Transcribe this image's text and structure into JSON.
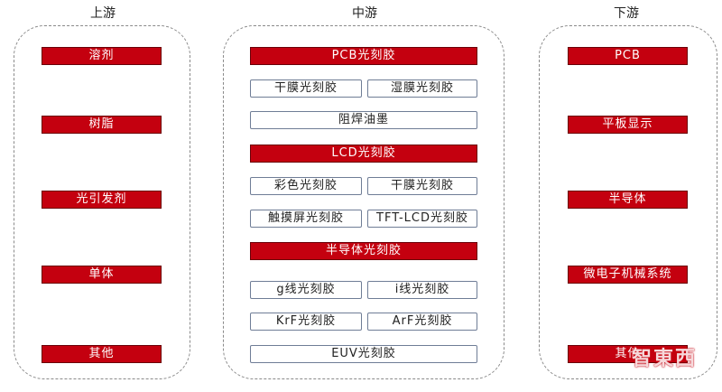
{
  "columns": {
    "upstream": {
      "title": "上游",
      "items": [
        "溶剂",
        "树脂",
        "光引发剂",
        "单体",
        "其他"
      ]
    },
    "midstream": {
      "title": "中游",
      "pcb": {
        "header": "PCB光刻胶",
        "items": [
          "干膜光刻胶",
          "湿膜光刻胶",
          "阻焊油墨"
        ]
      },
      "lcd": {
        "header": "LCD光刻胶",
        "items": [
          "彩色光刻胶",
          "干膜光刻胶",
          "触摸屏光刻胶",
          "TFT-LCD光刻胶"
        ]
      },
      "semi": {
        "header": "半导体光刻胶",
        "items": [
          "g线光刻胶",
          "i线光刻胶",
          "KrF光刻胶",
          "ArF光刻胶",
          "EUV光刻胶"
        ]
      }
    },
    "downstream": {
      "title": "下游",
      "items": [
        "PCB",
        "平板显示",
        "半导体",
        "微电子机械系统",
        "其他"
      ]
    }
  },
  "watermark": "智東西"
}
